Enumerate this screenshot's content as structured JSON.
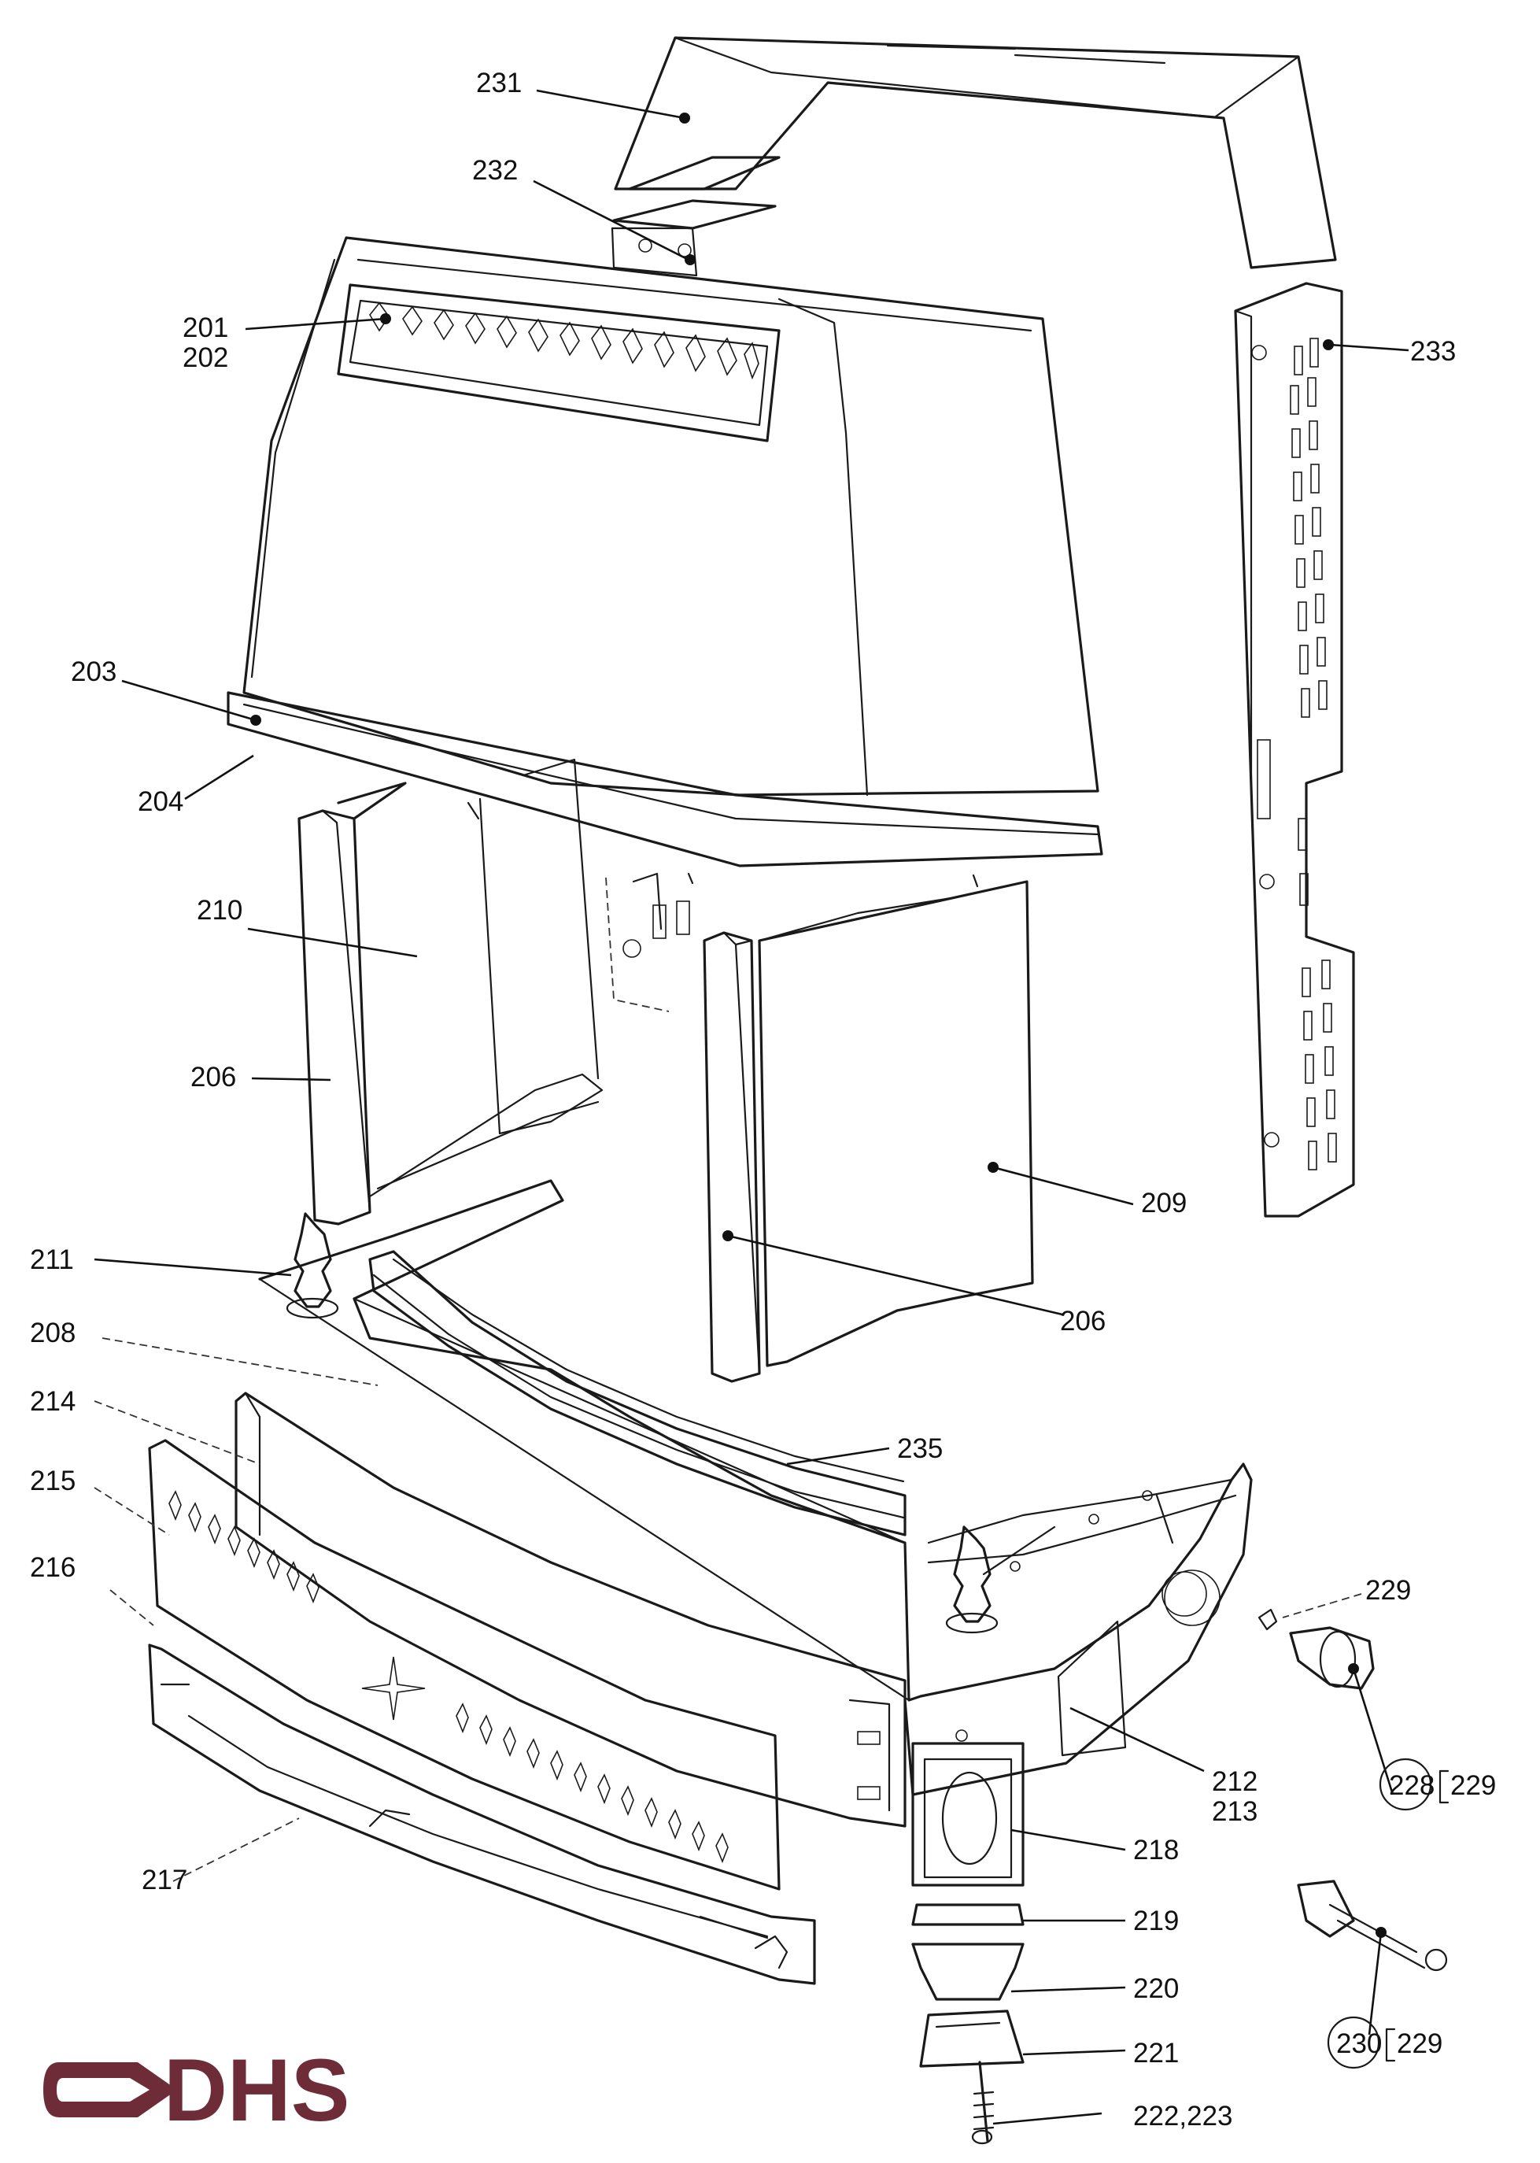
{
  "labels": {
    "l231": "231",
    "l232": "232",
    "l201": "201",
    "l202": "202",
    "l233": "233",
    "l203": "203",
    "l204": "204",
    "l210": "210",
    "l206a": "206",
    "l209": "209",
    "l206b": "206",
    "l211": "211",
    "l208": "208",
    "l214": "214",
    "l215": "215",
    "l216": "216",
    "l235": "235",
    "l229": "229",
    "l212": "212",
    "l213": "213",
    "l228": "228",
    "l229b": "229",
    "l218": "218",
    "l219": "219",
    "l220": "220",
    "l221": "221",
    "l230": "230",
    "l229c": "229",
    "l217": "217",
    "l222": "222,223"
  },
  "logo": {
    "text": "DHS",
    "color": "#6e2c38"
  }
}
